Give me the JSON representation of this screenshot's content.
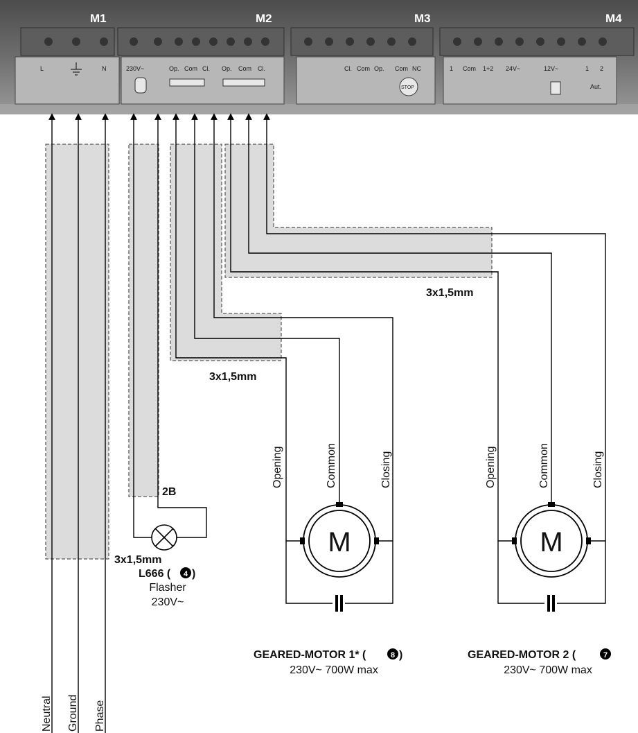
{
  "board": {
    "modules": [
      "M1",
      "M2",
      "M3",
      "M4"
    ],
    "m1_labels": [
      "L",
      "N"
    ],
    "m2_labels": [
      "230V~",
      "Op.",
      "Com",
      "Cl.",
      "Op.",
      "Com",
      "Cl."
    ],
    "m3_labels": [
      "Cl.",
      "Com",
      "Op.",
      "Com",
      "NC",
      "STOP"
    ],
    "m4_labels": [
      "1",
      "Com",
      "1+2",
      "24V~",
      "12V~",
      "1",
      "2",
      "Aut."
    ]
  },
  "cables": {
    "power": "3x1,5mm",
    "motor1": "3x1,5mm",
    "motor2": "3x1,5mm",
    "flasher": "2B"
  },
  "mains_wires": [
    "Neutral",
    "Ground",
    "Phase"
  ],
  "flasher": {
    "model": "L666 (",
    "model_num": "4",
    "model_close": ")",
    "name": "Flasher",
    "voltage": "230V~"
  },
  "motor1": {
    "symbol": "M",
    "wires": [
      "Opening",
      "Common",
      "Closing"
    ],
    "title": "GEARED-MOTOR 1* (",
    "ref_num": "8",
    "ref_close": ")",
    "spec": "230V~ 700W max"
  },
  "motor2": {
    "symbol": "M",
    "wires": [
      "Opening",
      "Common",
      "Closing"
    ],
    "title": "GEARED-MOTOR 2 (",
    "ref_num": "7",
    "spec": "230V~ 700W max"
  },
  "colors": {
    "board_bg": "#6b6b6b",
    "terminal": "#8a8a8a",
    "duct_fill": "#dcdcdc",
    "wire": "#000000"
  }
}
